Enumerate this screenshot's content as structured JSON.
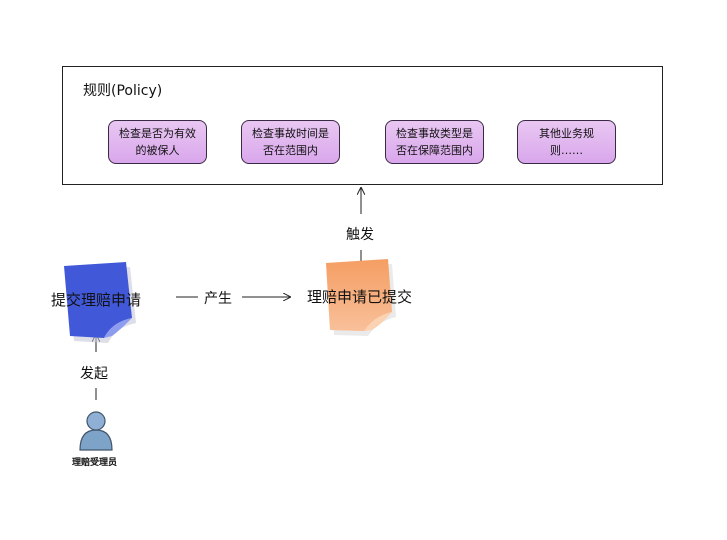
{
  "policy": {
    "title": "规则(Policy)",
    "rules": [
      "检查是否为有效的被保人",
      "检查事故时间是否在范围内",
      "检查事故类型是否在保障范围内",
      "其他业务规则……"
    ]
  },
  "flow": {
    "submit_label": "提交理赔申请",
    "produce_label": "产生",
    "submitted_label": "理赔申请已提交",
    "trigger_label": "触发",
    "initiate_label": "发起",
    "actor_label": "理赔受理员"
  },
  "colors": {
    "rule_fill": "#dcaef0",
    "blue_note": "#3f56d6",
    "orange_note": "#f49a5e",
    "actor": "#7ea3c9"
  },
  "icons": [
    "blue-note-icon",
    "orange-note-icon",
    "person-icon"
  ]
}
